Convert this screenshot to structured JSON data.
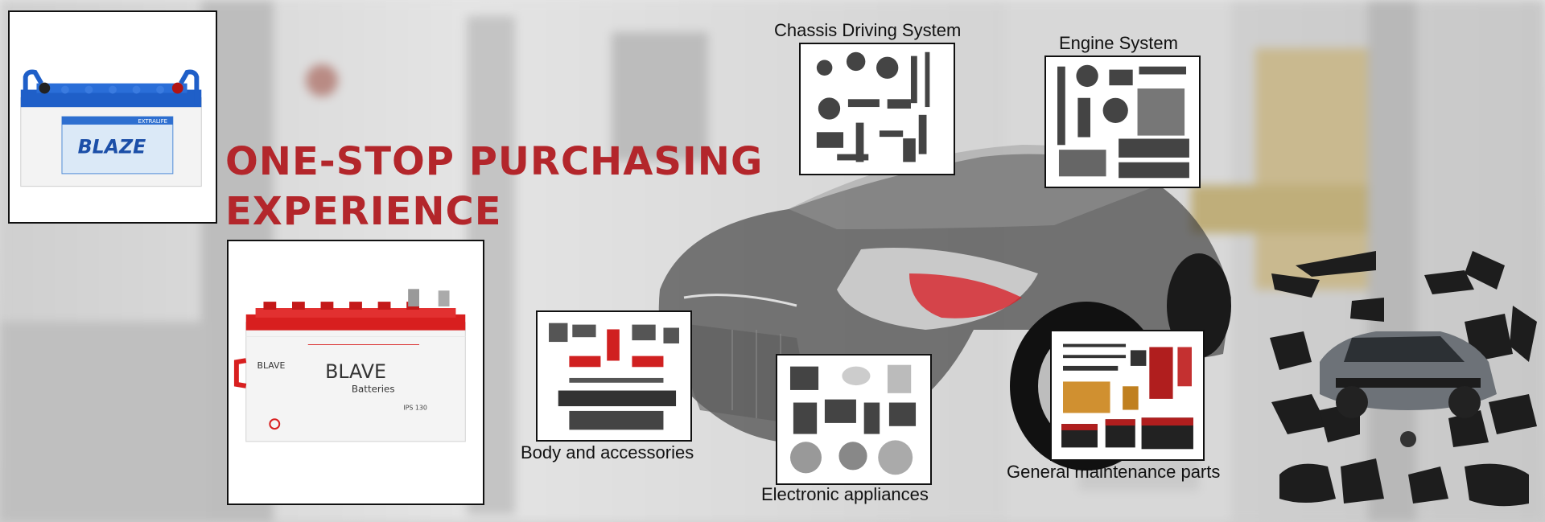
{
  "banner": {
    "headline_line1": "ONE-STOP PURCHASING",
    "headline_line2": "EXPERIENCE"
  },
  "products": {
    "battery_top_brand": "BLAZE",
    "battery_top_tag": "EXTRALIFE",
    "battery_bottom_brand": "BLAVE",
    "battery_bottom_sub": "Batteries",
    "battery_bottom_model": "IPS 130"
  },
  "categories": {
    "chassis": "Chassis Driving System",
    "engine": "Engine System",
    "body": "Body and accessories",
    "electronic": "Electronic appliances",
    "maintenance": "General maintenance parts"
  },
  "colors": {
    "headline": "#b3262b",
    "battery_blue": "#1f5fc8",
    "battery_red": "#d81f1f",
    "car_highlight": "#d8232a"
  }
}
